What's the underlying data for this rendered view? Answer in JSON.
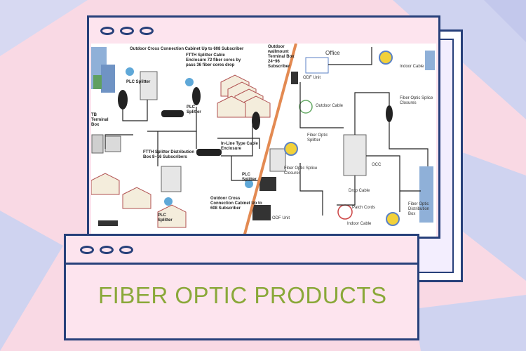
{
  "title": "FIBER OPTIC PRODUCTS",
  "colors": {
    "frame": "#27407a",
    "title": "#8aa839",
    "background": "#f9d9e4",
    "accent_line": "#e38a52"
  },
  "diagram": {
    "left_labels": [
      "Outdoor Cross Connection Cabinet Up to 608 Subscriber",
      "FTTH Splitter Cable Enclosure 72 fiber cores by pass 36 fiber cores drop",
      "Outdoor wallmount Terminal Box 24~96 Subscriber",
      "PLC Splitter",
      "TB Terminal Box",
      "PLC Splitter",
      "FTTH Splitter Distribution Box 8~16 Subscribers",
      "In-Line Type Cable Enclosure",
      "PLC Splitter",
      "PLC Splitter",
      "Outdoor Cross Connection Cabinet Up to 608 Subscriber"
    ],
    "right_labels": [
      "Office",
      "ODF Unit",
      "Indoor Cable",
      "Outdoor Cable",
      "Fiber Optic Splice Closures",
      "Fiber Optic Splitter",
      "OCC",
      "Fiber Optic Splice Closures",
      "Drop Cable",
      "Patch Cords",
      "Indoor Cable",
      "ODF Unit",
      "Fiber Optic Distribution Box"
    ]
  }
}
